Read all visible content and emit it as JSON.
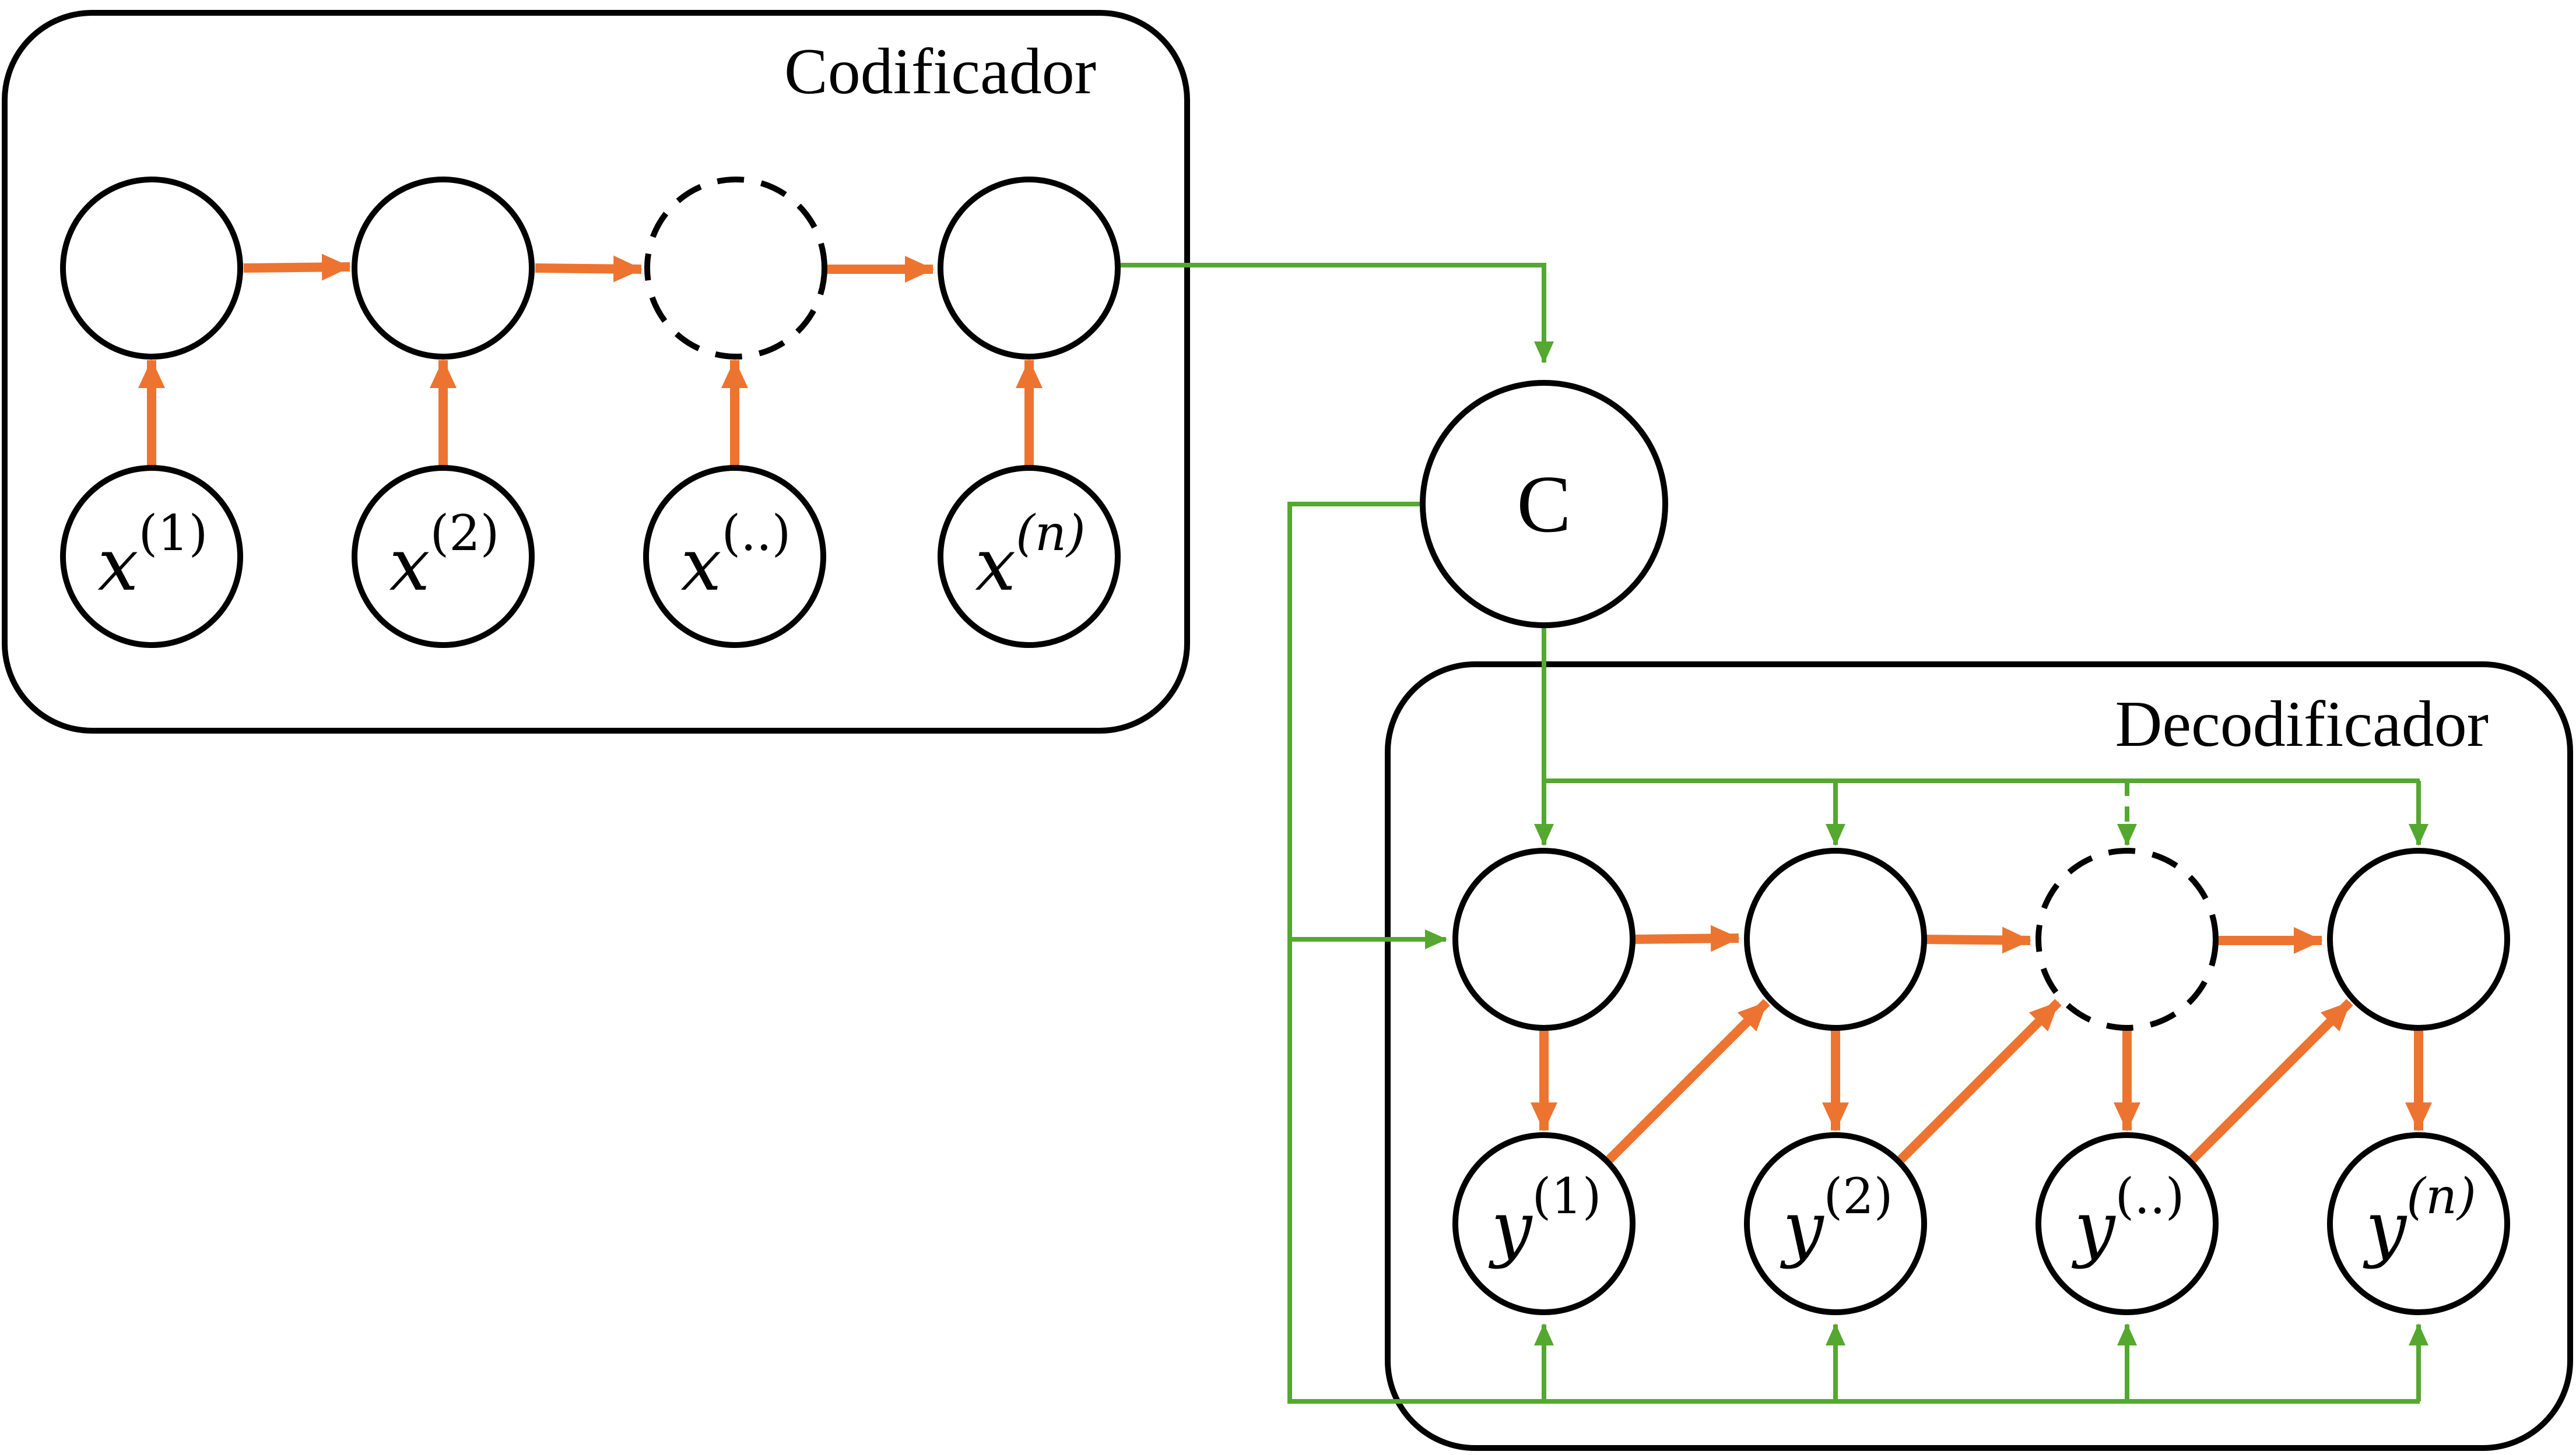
{
  "encoder": {
    "title": "Codificador",
    "inputs": [
      {
        "var": "x",
        "sup": "(1)"
      },
      {
        "var": "x",
        "sup": "(2)"
      },
      {
        "var": "x",
        "sup": "(..)"
      },
      {
        "var": "x",
        "sup": "(n)"
      }
    ]
  },
  "context": {
    "label": "C"
  },
  "decoder": {
    "title": "Decodificador",
    "outputs": [
      {
        "var": "y",
        "sup": "(1)"
      },
      {
        "var": "y",
        "sup": "(2)"
      },
      {
        "var": "y",
        "sup": "(..)"
      },
      {
        "var": "y",
        "sup": "(n)"
      }
    ]
  },
  "colors": {
    "recurrent_arrow": "#ED7430",
    "context_arrow": "#54A830",
    "stroke": "#000000"
  }
}
